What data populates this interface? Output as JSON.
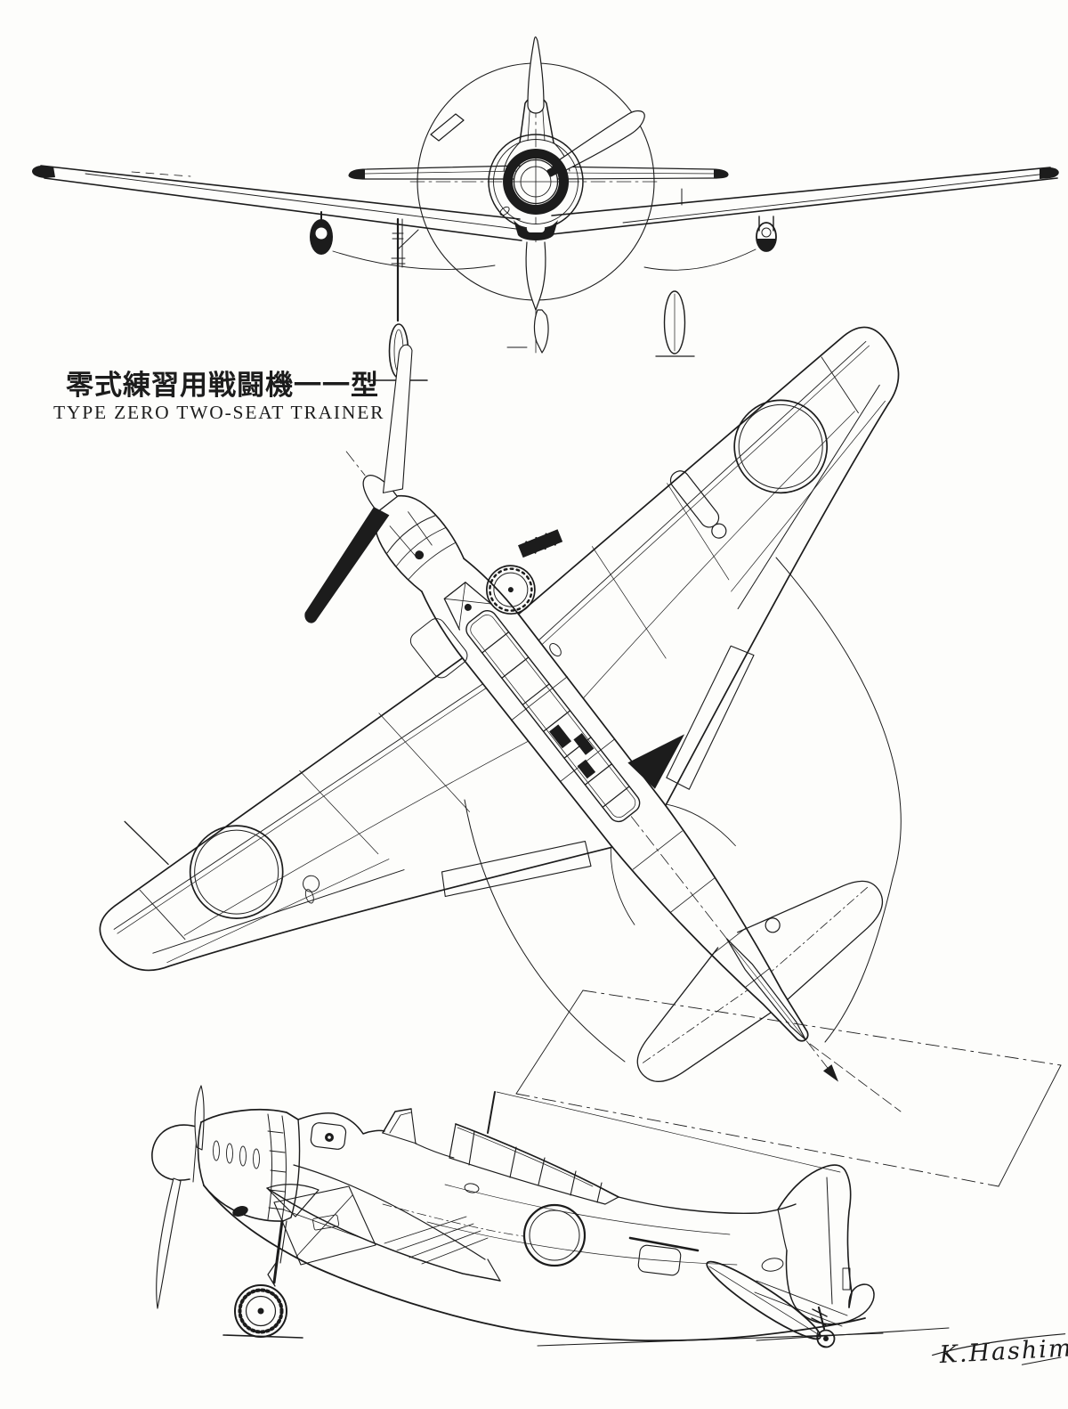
{
  "page": {
    "paper_color": "#fdfdfb",
    "ink_color": "#1c1c1c"
  },
  "title_block": {
    "japanese_title": "零式練習用戦闘機一一型",
    "english_title": "TYPE ZERO TWO-SEAT TRAINER"
  },
  "signature": {
    "artist": "K.Hashimoto"
  },
  "views": {
    "front": "front-view",
    "plan": "plan-view",
    "side": "side-view"
  }
}
